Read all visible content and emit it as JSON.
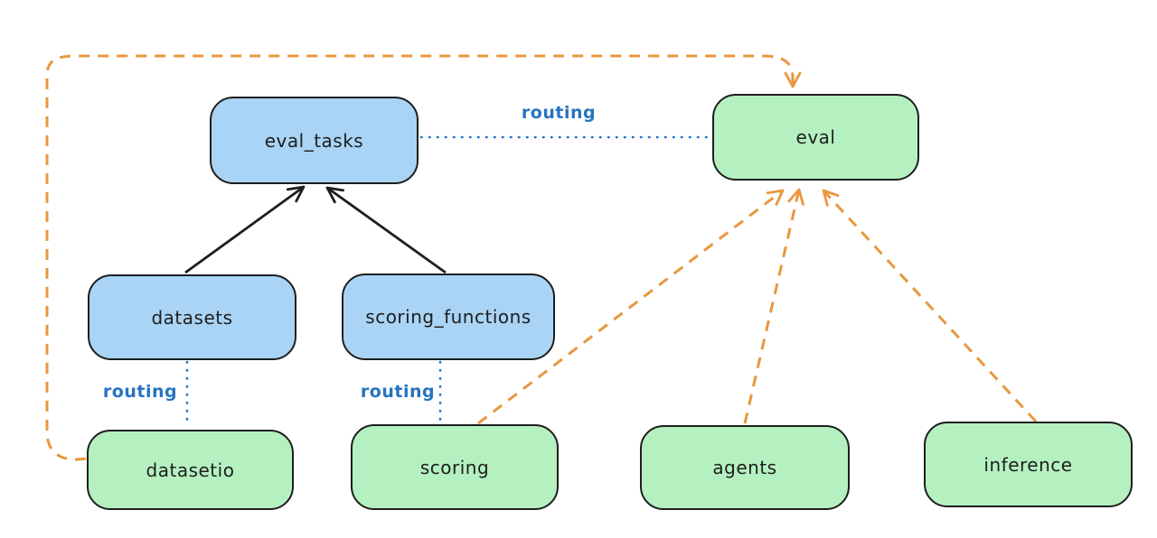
{
  "diagram": {
    "background": "#ffffff",
    "colors": {
      "blue_node_fill": "#a9d4f5",
      "green_node_fill": "#b5f1c0",
      "node_stroke": "#1e1e1e",
      "routing_blue": "#2673c2",
      "provider_orange": "#e9973e",
      "solid_arrow_black": "#1e1e1e"
    },
    "nodes": {
      "eval_tasks": {
        "label": "eval_tasks",
        "fill": "blue"
      },
      "eval": {
        "label": "eval",
        "fill": "green"
      },
      "datasets": {
        "label": "datasets",
        "fill": "blue"
      },
      "scoring_functions": {
        "label": "scoring_functions",
        "fill": "blue"
      },
      "datasetio": {
        "label": "datasetio",
        "fill": "green"
      },
      "scoring": {
        "label": "scoring",
        "fill": "green"
      },
      "agents": {
        "label": "agents",
        "fill": "green"
      },
      "inference": {
        "label": "inference",
        "fill": "green"
      }
    },
    "edges": [
      {
        "from": "datasets",
        "to": "eval_tasks",
        "style": "solid",
        "color": "black",
        "arrow": true,
        "label": ""
      },
      {
        "from": "scoring_functions",
        "to": "eval_tasks",
        "style": "solid",
        "color": "black",
        "arrow": true,
        "label": ""
      },
      {
        "from": "eval_tasks",
        "to": "eval",
        "style": "dotted",
        "color": "blue",
        "arrow": false,
        "label": "routing"
      },
      {
        "from": "datasets",
        "to": "datasetio",
        "style": "dotted",
        "color": "blue",
        "arrow": false,
        "label": "routing"
      },
      {
        "from": "scoring_functions",
        "to": "scoring",
        "style": "dotted",
        "color": "blue",
        "arrow": false,
        "label": "routing"
      },
      {
        "from": "datasetio",
        "to": "eval",
        "style": "dashed",
        "color": "orange",
        "arrow": true,
        "label": ""
      },
      {
        "from": "scoring",
        "to": "eval",
        "style": "dashed",
        "color": "orange",
        "arrow": true,
        "label": ""
      },
      {
        "from": "agents",
        "to": "eval",
        "style": "dashed",
        "color": "orange",
        "arrow": true,
        "label": ""
      },
      {
        "from": "inference",
        "to": "eval",
        "style": "dashed",
        "color": "orange",
        "arrow": true,
        "label": ""
      }
    ]
  }
}
